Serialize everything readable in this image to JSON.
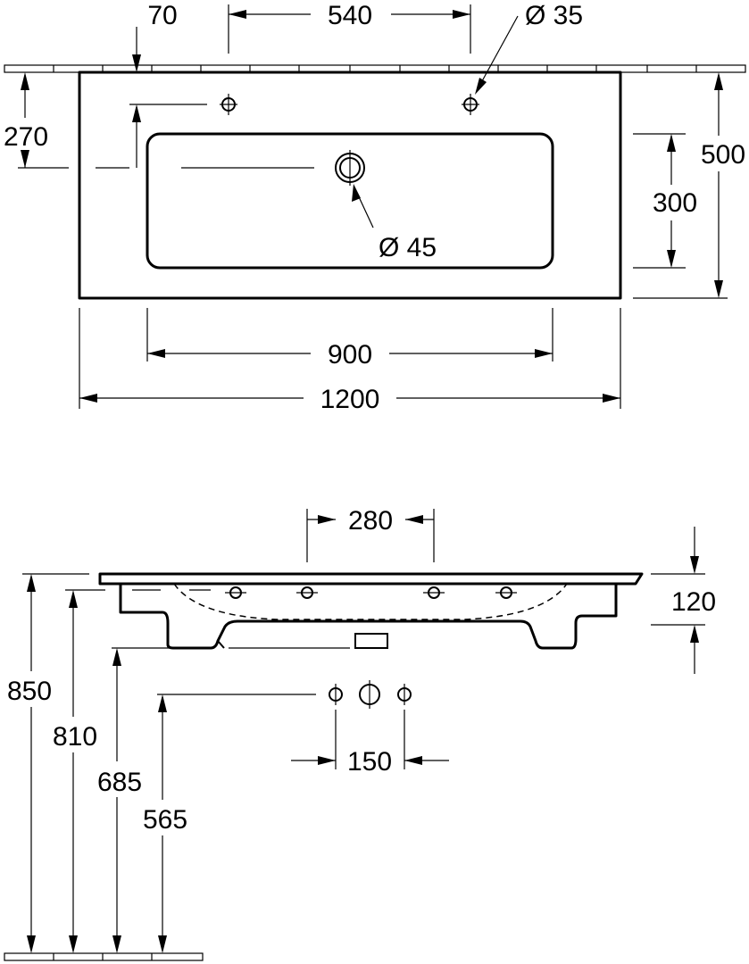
{
  "top_view": {
    "overall_width": "1200",
    "overall_depth": "500",
    "basin_width": "900",
    "basin_depth": "300",
    "tap_hole_spacing": "540",
    "tap_hole_diameter": "Ø 35",
    "edge_offset": "70",
    "tap_hole_setback": "270",
    "waste_diameter": "Ø 45"
  },
  "side_view": {
    "overflow_spacing": "280",
    "rim_height": "120",
    "height_total": "850",
    "height_810": "810",
    "height_685": "685",
    "height_565": "565",
    "supply_spacing": "150"
  }
}
